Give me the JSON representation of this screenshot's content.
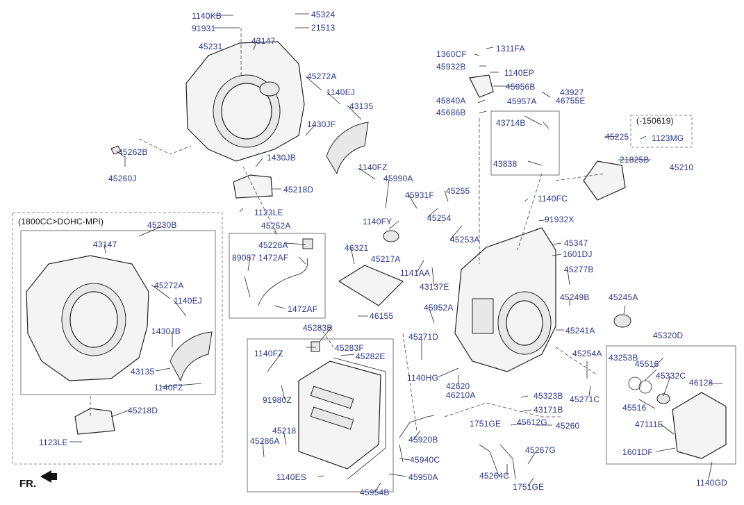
{
  "direction_label": "FR.",
  "group_labels": {
    "variant": "(1800CC>DOHC-MPI)",
    "date_range": "(-150619)"
  },
  "part_numbers": [
    {
      "id": "p1140kb",
      "text": "1140KB"
    },
    {
      "id": "p91931",
      "text": "91931"
    },
    {
      "id": "p45324",
      "text": "45324"
    },
    {
      "id": "p21513",
      "text": "21513"
    },
    {
      "id": "p43147a",
      "text": "43147"
    },
    {
      "id": "p45231",
      "text": "45231"
    },
    {
      "id": "p45272a",
      "text": "45272A"
    },
    {
      "id": "p1140ej",
      "text": "1140EJ"
    },
    {
      "id": "p43135a",
      "text": "43135"
    },
    {
      "id": "p1430jf",
      "text": "1430JF"
    },
    {
      "id": "p45262b",
      "text": "45262B"
    },
    {
      "id": "p45260j",
      "text": "45260J"
    },
    {
      "id": "p1430jb",
      "text": "1430JB"
    },
    {
      "id": "p1140fz",
      "text": "1140FZ"
    },
    {
      "id": "p45218d",
      "text": "45218D"
    },
    {
      "id": "p1123le",
      "text": "1123LE"
    },
    {
      "id": "p45230b",
      "text": "45230B"
    },
    {
      "id": "p43147b",
      "text": "43147"
    },
    {
      "id": "p45272a2",
      "text": "45272A"
    },
    {
      "id": "p1140ej2",
      "text": "1140EJ"
    },
    {
      "id": "p1430jb2",
      "text": "1430JB"
    },
    {
      "id": "p43135b",
      "text": "43135"
    },
    {
      "id": "p1140fz2",
      "text": "1140FZ"
    },
    {
      "id": "p45218d2",
      "text": "45218D"
    },
    {
      "id": "p1123le2",
      "text": "1123LE"
    },
    {
      "id": "p45252a",
      "text": "45252A"
    },
    {
      "id": "p45228a",
      "text": "45228A"
    },
    {
      "id": "p89087",
      "text": "89087"
    },
    {
      "id": "p1472af",
      "text": "1472AF"
    },
    {
      "id": "p1472af2",
      "text": "1472AF"
    },
    {
      "id": "p45283b",
      "text": "45283B"
    },
    {
      "id": "p1140fz3",
      "text": "1140FZ"
    },
    {
      "id": "p45283f",
      "text": "45283F"
    },
    {
      "id": "p45282e",
      "text": "45282E"
    },
    {
      "id": "p91980z",
      "text": "91980Z"
    },
    {
      "id": "p45218",
      "text": "45218"
    },
    {
      "id": "p45286a",
      "text": "45286A"
    },
    {
      "id": "p1140es",
      "text": "1140ES"
    },
    {
      "id": "p45990a",
      "text": "45990A"
    },
    {
      "id": "p1140fy",
      "text": "1140FY"
    },
    {
      "id": "p46321",
      "text": "46321"
    },
    {
      "id": "p45217a",
      "text": "45217A"
    },
    {
      "id": "p46155",
      "text": "46155"
    },
    {
      "id": "p45931f",
      "text": "45931F"
    },
    {
      "id": "p45255",
      "text": "45255"
    },
    {
      "id": "p45254",
      "text": "45254"
    },
    {
      "id": "p45253a",
      "text": "45253A"
    },
    {
      "id": "p1141aa",
      "text": "1141AA"
    },
    {
      "id": "p43137e",
      "text": "43137E"
    },
    {
      "id": "p45952a",
      "text": "45952A"
    },
    {
      "id": "p45271d",
      "text": "45271D"
    },
    {
      "id": "p1140hg",
      "text": "1140HG"
    },
    {
      "id": "p42620",
      "text": "42620"
    },
    {
      "id": "p46210a",
      "text": "46210A"
    },
    {
      "id": "p45920b",
      "text": "45920B"
    },
    {
      "id": "p45940c",
      "text": "45940C"
    },
    {
      "id": "p45950a",
      "text": "45950A"
    },
    {
      "id": "p45954b",
      "text": "45954B"
    },
    {
      "id": "p1311fa",
      "text": "1311FA"
    },
    {
      "id": "p1360cf",
      "text": "1360CF"
    },
    {
      "id": "p45932b",
      "text": "45932B"
    },
    {
      "id": "p1140ep",
      "text": "1140EP"
    },
    {
      "id": "p45956b",
      "text": "45956B"
    },
    {
      "id": "p45840a",
      "text": "45840A"
    },
    {
      "id": "p43927",
      "text": "43927"
    },
    {
      "id": "p46755e",
      "text": "46755E"
    },
    {
      "id": "p45686b",
      "text": "45686B"
    },
    {
      "id": "p45957a",
      "text": "45957A"
    },
    {
      "id": "p43714b",
      "text": "43714B"
    },
    {
      "id": "p43838",
      "text": "43838"
    },
    {
      "id": "p45225",
      "text": "45225"
    },
    {
      "id": "p1123mg",
      "text": "1123MG"
    },
    {
      "id": "p21825b",
      "text": "21825B"
    },
    {
      "id": "p45210",
      "text": "45210"
    },
    {
      "id": "p1140fc",
      "text": "1140FC"
    },
    {
      "id": "p91932x",
      "text": "91932X"
    },
    {
      "id": "p45347",
      "text": "45347"
    },
    {
      "id": "p1601dj",
      "text": "1601DJ"
    },
    {
      "id": "p45277b",
      "text": "45277B"
    },
    {
      "id": "p45249b",
      "text": "45249B"
    },
    {
      "id": "p45245a",
      "text": "45245A"
    },
    {
      "id": "p45241a",
      "text": "45241A"
    },
    {
      "id": "p45254a",
      "text": "45254A"
    },
    {
      "id": "p45271c",
      "text": "45271C"
    },
    {
      "id": "p45323b",
      "text": "45323B"
    },
    {
      "id": "p43171b",
      "text": "43171B"
    },
    {
      "id": "p1751ge",
      "text": "1751GE"
    },
    {
      "id": "p45612g",
      "text": "45612G"
    },
    {
      "id": "p45260",
      "text": "45260"
    },
    {
      "id": "p45267g",
      "text": "45267G"
    },
    {
      "id": "p45264c",
      "text": "45264C"
    },
    {
      "id": "p1751ge2",
      "text": "1751GE"
    },
    {
      "id": "p45320d",
      "text": "45320D"
    },
    {
      "id": "p43253b",
      "text": "43253B"
    },
    {
      "id": "p45516",
      "text": "45516"
    },
    {
      "id": "p45332c",
      "text": "45332C"
    },
    {
      "id": "p46128",
      "text": "46128"
    },
    {
      "id": "p45516b",
      "text": "45516"
    },
    {
      "id": "p47111e",
      "text": "47111E"
    },
    {
      "id": "p1601df",
      "text": "1601DF"
    },
    {
      "id": "p1140gd",
      "text": "1140GD"
    }
  ]
}
